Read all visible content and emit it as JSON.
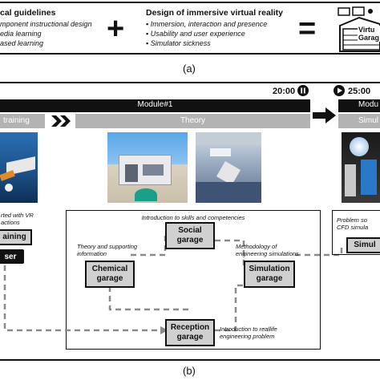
{
  "panel_a": {
    "guidelines_title": "cal guidelines",
    "guidelines_items": [
      "mponent instructional design",
      "edia learning",
      "ased learning"
    ],
    "plus": "+",
    "design_title": "Design of immersive virtual reality",
    "design_items": [
      "Immersion, interaction and presence",
      "Usability and user experience",
      "Simulator sickness"
    ],
    "equals": "=",
    "product_label": "Virtu Garag",
    "caption": "(a)"
  },
  "panel_b": {
    "time_start": "20:00",
    "time_end": "25:00",
    "module_label": "Module#1",
    "module_label_right": "Modu",
    "phase_training": "training",
    "phase_theory": "Theory",
    "phase_simulation": "Simul",
    "left_note": "rted with VR\nactions",
    "left_box": "aining",
    "left_black_box": "ser",
    "intro_note": "Introduction to skills and competencies",
    "social_garage": "Social\ngarage",
    "theory_note": "Theory and supporting\ninformation",
    "chemical_garage": "Chemical\ngarage",
    "methodology_note": "Methodology of\nengineering simulations",
    "simulation_garage": "Simulation\ngarage",
    "reception_garage": "Reception\ngarage",
    "reallife_note": "Introduction to reallife\nengineering problem",
    "right_note": "Problem so\nCFD simula",
    "right_box": "Simul",
    "caption": "(b)"
  },
  "colors": {
    "black": "#111111",
    "grey_bar": "#b3b3b3",
    "box_fill": "#d0d0d0",
    "dash": "#8a8a8a"
  }
}
